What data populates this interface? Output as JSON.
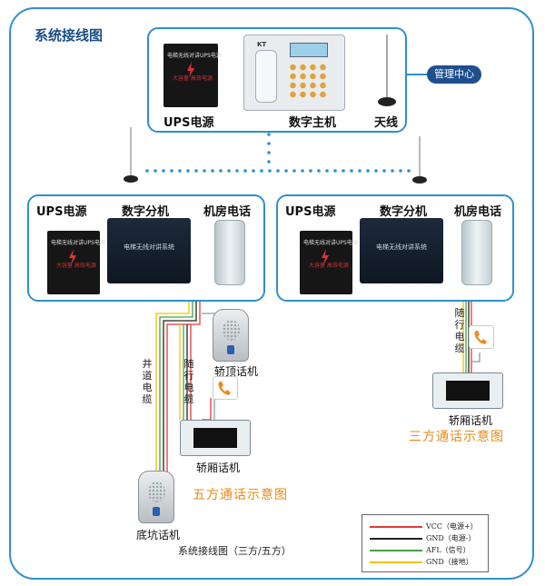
{
  "title": "系统接线图",
  "top": {
    "ups_label": "UPS电源",
    "host_label": "数字主机",
    "antenna_label": "天线",
    "mgmt_label": "管理中心",
    "ups_text": "电梯无线对讲UPS电源",
    "ups_red": "大容量 高效电源",
    "host_brand": "KT"
  },
  "left_panel": {
    "ups_label": "UPS电源",
    "ext_label": "数字分机",
    "room_phone_label": "机房电话",
    "ups_text": "电梯无线对讲UPS电源",
    "ups_red": "大容量 高效电源",
    "box_text": "电梯无线对讲系统"
  },
  "right_panel": {
    "ups_label": "UPS电源",
    "ext_label": "数字分机",
    "room_phone_label": "机房电话",
    "ups_text": "电梯无线对讲UPS电源",
    "ups_red": "大容量 高效电源",
    "box_text": "电梯无线对讲系统"
  },
  "five": {
    "shaft_cable": "井\n道\n电\n缆",
    "travel_cable": "随\n行\n电\n缆",
    "car_top": "轿顶话机",
    "car": "轿厢话机",
    "pit": "底坑话机",
    "caption": "五方通话示意图"
  },
  "three": {
    "travel_cable": "随\n行\n电\n缆",
    "car": "轿厢话机",
    "caption": "三方通话示意图"
  },
  "figure_caption": "系统接线图（三方/五方）",
  "legend": [
    {
      "label": "VCC（电源+）",
      "color": "#e53935"
    },
    {
      "label": "GND（电源-）",
      "color": "#222222"
    },
    {
      "label": "AFL（信号）",
      "color": "#43a047"
    },
    {
      "label": "GND（接地）",
      "color": "#f2c200"
    }
  ],
  "colors": {
    "frame": "#2f8fd0",
    "title": "#1a4f86",
    "caption": "#e88a12",
    "mgmt": "#1f4f8f",
    "dots": "#2f8fd0"
  }
}
